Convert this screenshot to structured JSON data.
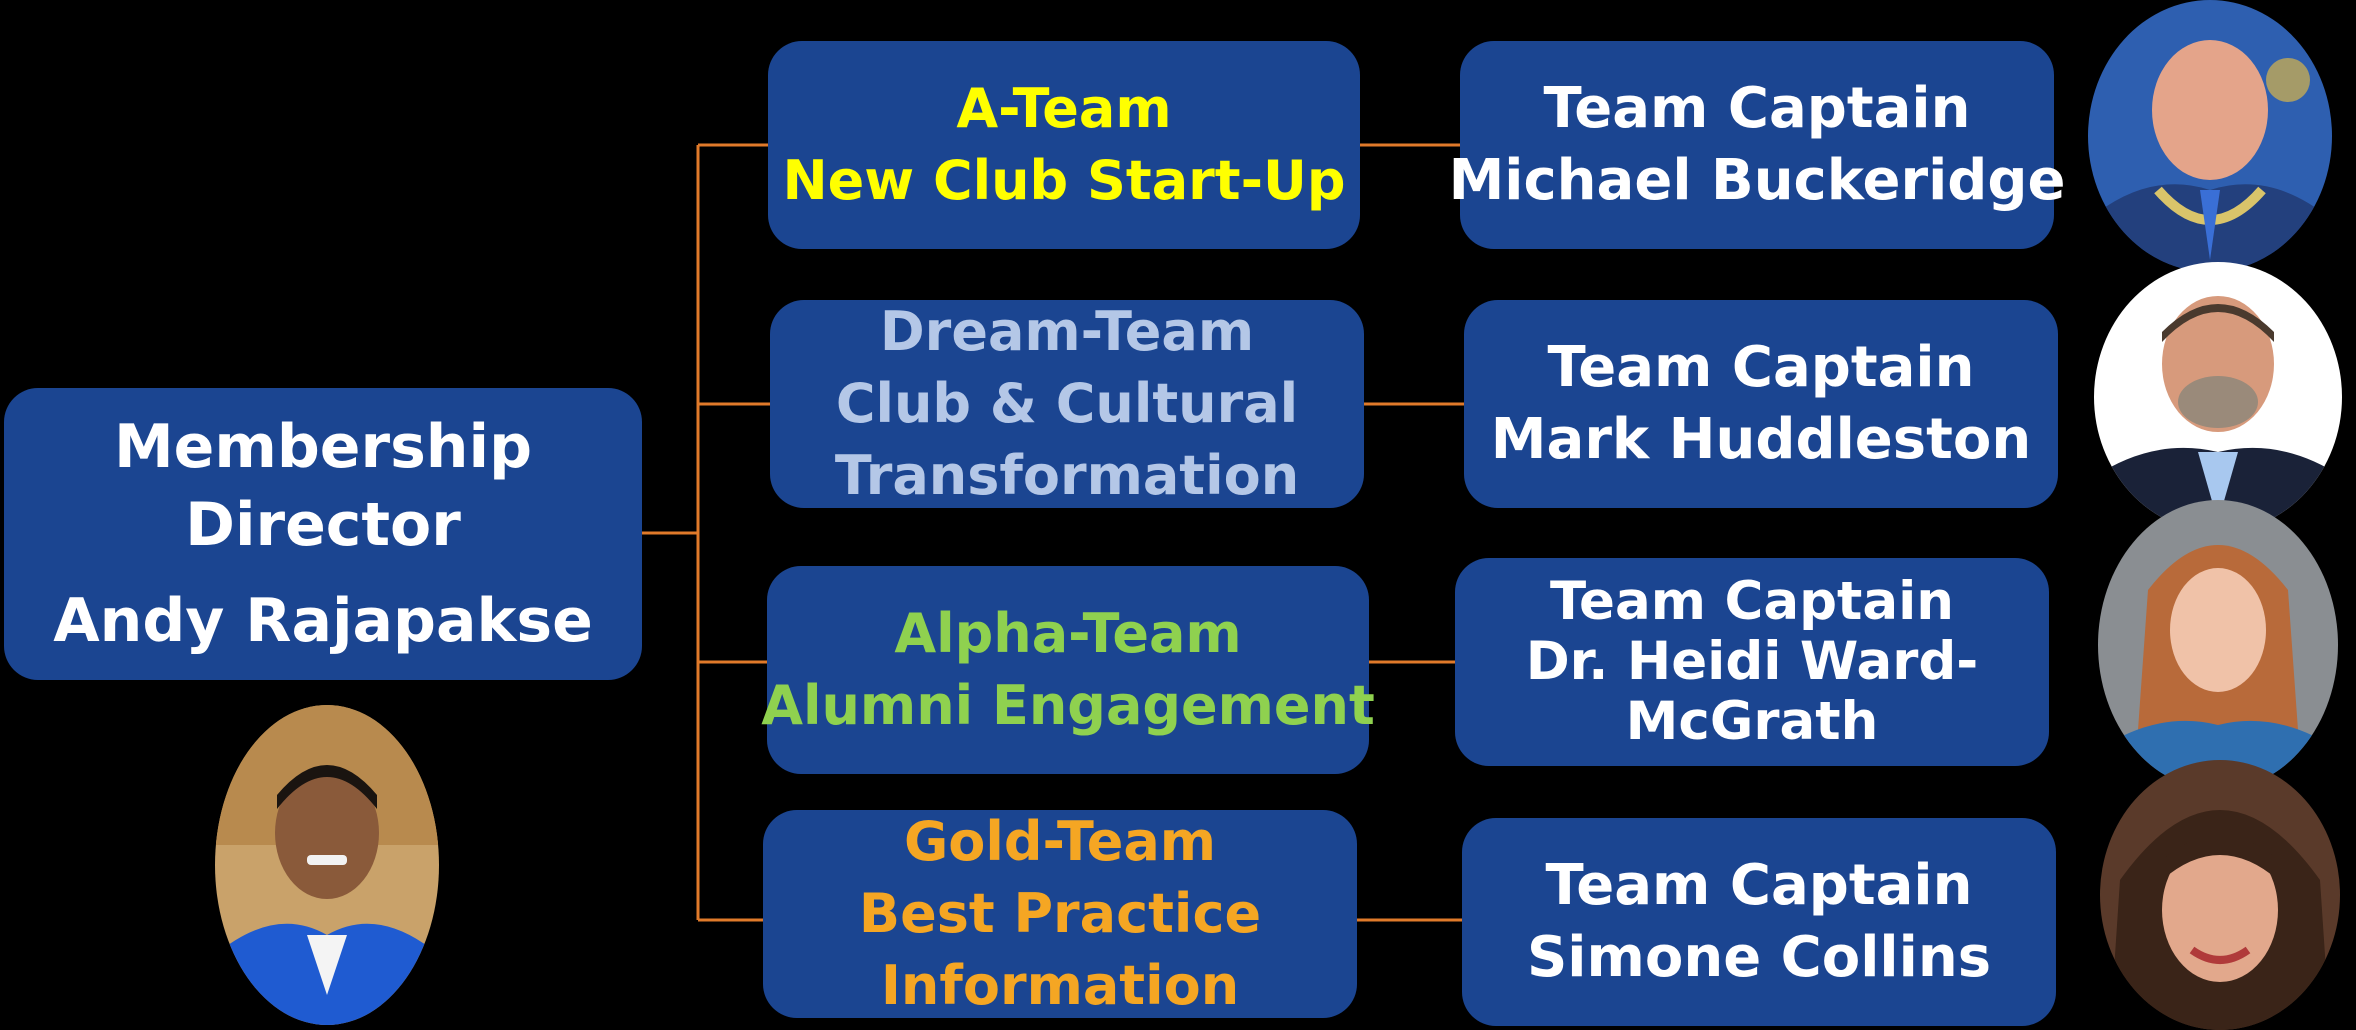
{
  "colors": {
    "background": "#000000",
    "box_fill": "#1b4591",
    "connector": "#e07a2a",
    "text_white": "#ffffff",
    "a_team": "#ffff00",
    "dream_team": "#b4c7e7",
    "alpha_team": "#8fd14f",
    "gold_team": "#f5a623"
  },
  "director": {
    "title_line1": "Membership",
    "title_line2": "Director",
    "name": "Andy Rajapakse"
  },
  "teams": [
    {
      "line1": "A-Team",
      "line2": "New Club Start-Up",
      "color": "#ffff00"
    },
    {
      "line1": "Dream-Team",
      "line2": "Club & Cultural",
      "line3": "Transformation",
      "color": "#b4c7e7"
    },
    {
      "line1": "Alpha-Team",
      "line2": "Alumni Engagement",
      "color": "#8fd14f"
    },
    {
      "line1": "Gold-Team",
      "line2": "Best Practice",
      "line3": "Information",
      "color": "#f5a623"
    }
  ],
  "captains": [
    {
      "line1": "Team Captain",
      "line2": "Michael Buckeridge"
    },
    {
      "line1": "Team Captain",
      "line2": "Mark Huddleston"
    },
    {
      "line1": "Team Captain",
      "line2": "Dr. Heidi Ward-",
      "line3": "McGrath"
    },
    {
      "line1": "Team Captain",
      "line2": "Simone Collins"
    }
  ],
  "portraits": {
    "director": "portrait-photo",
    "captain_1": "portrait-photo",
    "captain_2": "portrait-photo",
    "captain_3": "portrait-photo",
    "captain_4": "portrait-photo"
  }
}
